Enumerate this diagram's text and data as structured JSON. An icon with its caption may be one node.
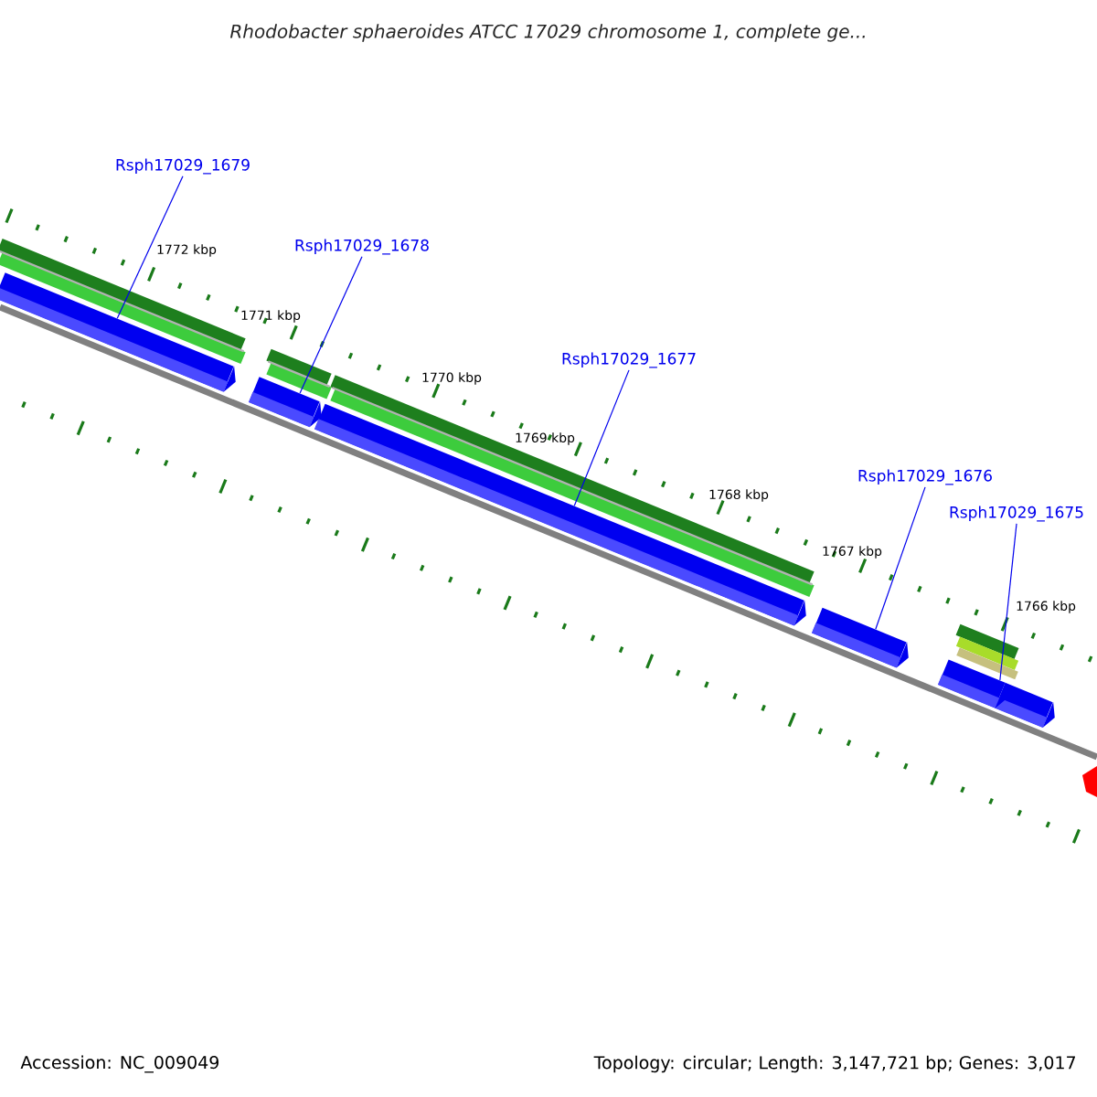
{
  "diagram": {
    "title": "Rhodobacter sphaeroides ATCC 17029 chromosome 1, complete ge...",
    "nodes": [
      {
        "text": [
          "Rsph17029_1679"
        ]
      },
      {
        "text": [
          "Rsph17029_1678"
        ]
      },
      {
        "text": [
          "Rsph17029_1677"
        ]
      },
      {
        "text": [
          "Rsph17029_1676"
        ]
      },
      {
        "text": [
          "Rsph17029_1675"
        ]
      },
      {
        "text": [],
        "shape": "bar"
      },
      {
        "text": [],
        "shape": "bar"
      },
      {
        "text": [],
        "shape": "bar"
      },
      {
        "text": [],
        "shape": "bar"
      },
      {
        "text": [],
        "shape": "bar"
      }
    ],
    "edges": [
      {
        "from": 0,
        "to": 5,
        "arrow": "none"
      },
      {
        "from": 1,
        "to": 6,
        "arrow": "none"
      },
      {
        "from": 2,
        "to": 7,
        "arrow": "none"
      },
      {
        "from": 3,
        "to": 8,
        "arrow": "none"
      },
      {
        "from": 4,
        "to": 9,
        "arrow": "none"
      }
    ],
    "labels": [
      "1772 kbp",
      "1771 kbp",
      "1770 kbp",
      "1769 kbp",
      "1768 kbp",
      "1767 kbp",
      "1766 kbp",
      "Accession: NC_009049",
      "Topology: circular; Length: 3,147,721 bp; Genes: 3,017"
    ]
  }
}
